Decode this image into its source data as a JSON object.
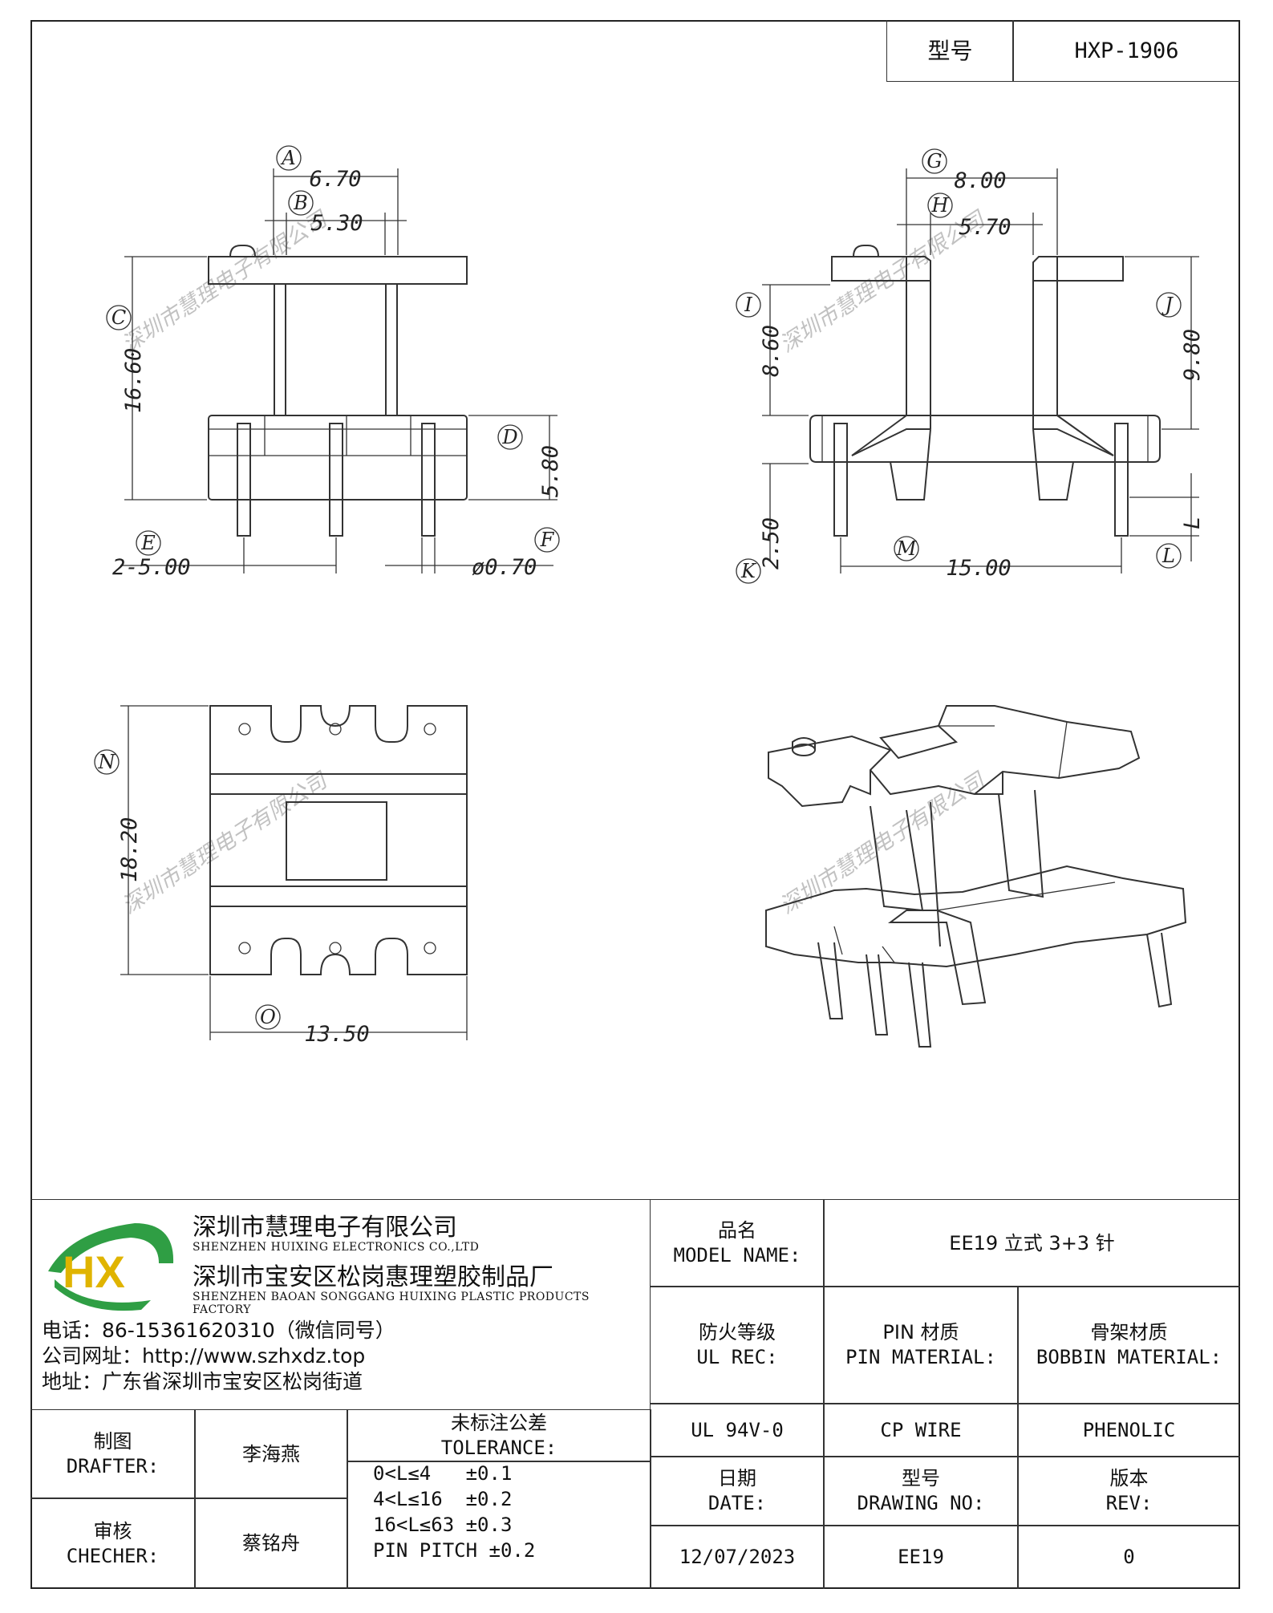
{
  "header": {
    "model_label": "型号",
    "model_value": "HXP-1906"
  },
  "watermark": "深圳市慧理电子有限公司",
  "drawing": {
    "front": {
      "A_val": "6.70",
      "B_val": "5.30",
      "C_val": "16.60",
      "D_val": "5.80",
      "E_val": "2-5.00",
      "F_val": "ø0.70"
    },
    "side": {
      "G_val": "8.00",
      "H_val": "5.70",
      "I_val": "8.60",
      "J_val": "9.80",
      "K_val": "2.50",
      "L_val": "L",
      "M_val": "15.00"
    },
    "top": {
      "N_val": "18.20",
      "O_val": "13.50"
    },
    "markers": {
      "A": "A",
      "B": "B",
      "C": "C",
      "D": "D",
      "E": "E",
      "F": "F",
      "G": "G",
      "H": "H",
      "I": "I",
      "J": "J",
      "K": "K",
      "L": "L",
      "M": "M",
      "N": "N",
      "O": "O"
    }
  },
  "company": {
    "logo": "HX",
    "name_cn": "深圳市慧理电子有限公司",
    "name_en": "SHENZHEN HUIXING ELECTRONICS CO.,LTD",
    "factory_cn": "深圳市宝安区松岗惠理塑胶制品厂",
    "factory_en": "SHENZHEN BAOAN SONGGANG HUIXING PLASTIC PRODUCTS FACTORY",
    "phone": "电话：86-15361620310（微信同号）",
    "website": "公司网址：http://www.szhxdz.top",
    "address": "地址：广东省深圳市宝安区松岗街道"
  },
  "titleblock": {
    "model_name_cn": "品名",
    "model_name_en": "MODEL NAME:",
    "model_name_value": "EE19  立式 3+3 针",
    "ul_cn": "防火等级",
    "ul_en": "UL REC:",
    "pin_cn": "PIN 材质",
    "pin_en": "PIN MATERIAL:",
    "bobbin_cn": "骨架材质",
    "bobbin_en": "BOBBIN MATERIAL:",
    "ul_value": "UL 94V-0",
    "pin_value": "CP WIRE",
    "bobbin_value": "PHENOLIC",
    "drafter_cn": "制图",
    "drafter_en": "DRAFTER:",
    "drafter_name": "李海燕",
    "checker_cn": "审核",
    "checker_en": "CHECHER:",
    "checker_name": "蔡铭舟",
    "tolerance_cn": "未标注公差",
    "tolerance_en": "TOLERANCE:",
    "tolerance_lines": [
      "0<L≤4   ±0.1",
      "4<L≤16  ±0.2",
      "16<L≤63 ±0.3",
      "PIN PITCH ±0.2"
    ],
    "date_cn": "日期",
    "date_en": "DATE:",
    "date_value": "12/07/2023",
    "drawing_no_cn": "型号",
    "drawing_no_en": "DRAWING NO:",
    "drawing_no_value": "EE19",
    "rev_cn": "版本",
    "rev_en": "REV:",
    "rev_value": "0"
  }
}
